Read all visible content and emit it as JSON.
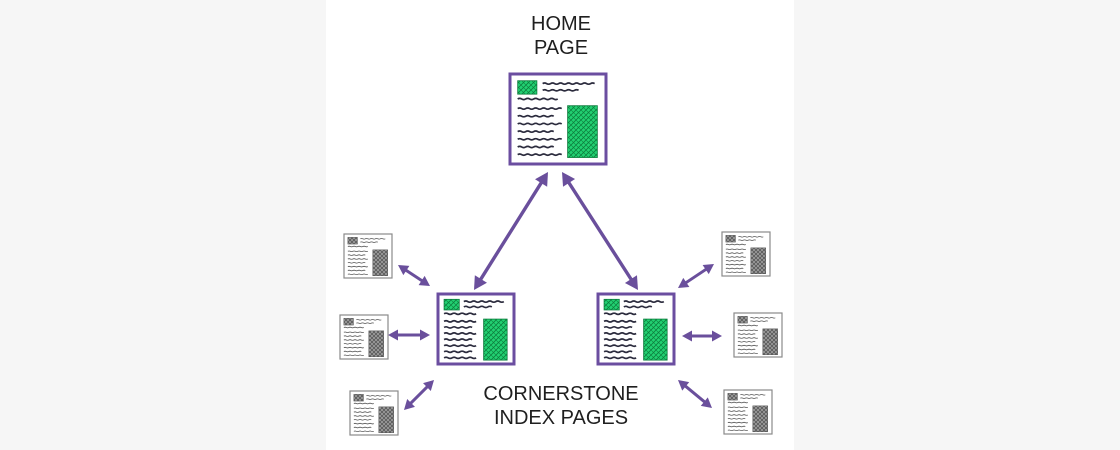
{
  "labels": {
    "home": [
      "HOME",
      "PAGE"
    ],
    "cornerstone": [
      "CORNERSTONE",
      "INDEX PAGES"
    ]
  },
  "colors": {
    "arrow": "#6a4f9c",
    "page_frame_main": "#6b4ea0",
    "page_frame_small": "#8a8a8a",
    "highlight": "#22d172",
    "text_lines": "#2b2b3d",
    "background": "#ffffff"
  },
  "nodes": {
    "home": "home-page",
    "cornerstone": [
      "cornerstone-index-page-left",
      "cornerstone-index-page-right"
    ],
    "sub_pages_per_cornerstone": 3
  }
}
